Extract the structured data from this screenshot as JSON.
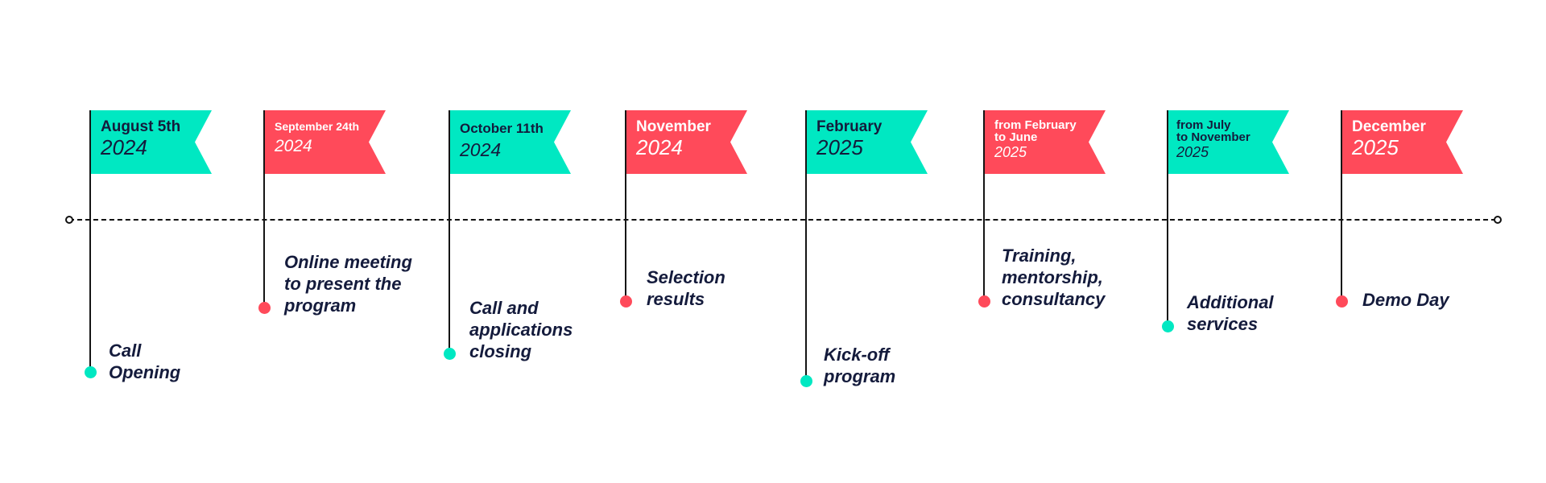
{
  "milestones": [
    {
      "date": "August 5th",
      "year": "2024",
      "event": "Call\nOpening",
      "color": "#00e8c2"
    },
    {
      "date": "September 24th",
      "year": "2024",
      "event": "Online meeting\nto present the\nprogram",
      "color": "#ff4a5a"
    },
    {
      "date": "October 11th",
      "year": "2024",
      "event": "Call and\napplications\nclosing",
      "color": "#00e8c2"
    },
    {
      "date": "November",
      "year": "2024",
      "event": "Selection\nresults",
      "color": "#ff4a5a"
    },
    {
      "date": "February",
      "year": "2025",
      "event": "Kick-off\nprogram",
      "color": "#00e8c2"
    },
    {
      "date": "from February\nto June",
      "year": "2025",
      "event": "Training,\nmentorship,\nconsultancy",
      "color": "#ff4a5a"
    },
    {
      "date": "from July\nto November",
      "year": "2025",
      "event": "Additional\nservices",
      "color": "#00e8c2"
    },
    {
      "date": "December",
      "year": "2025",
      "event": "Demo Day",
      "color": "#ff4a5a"
    }
  ],
  "colors": {
    "teal": "#00e8c2",
    "red": "#ff4a5a",
    "text": "#141b3c",
    "line": "#111111"
  }
}
